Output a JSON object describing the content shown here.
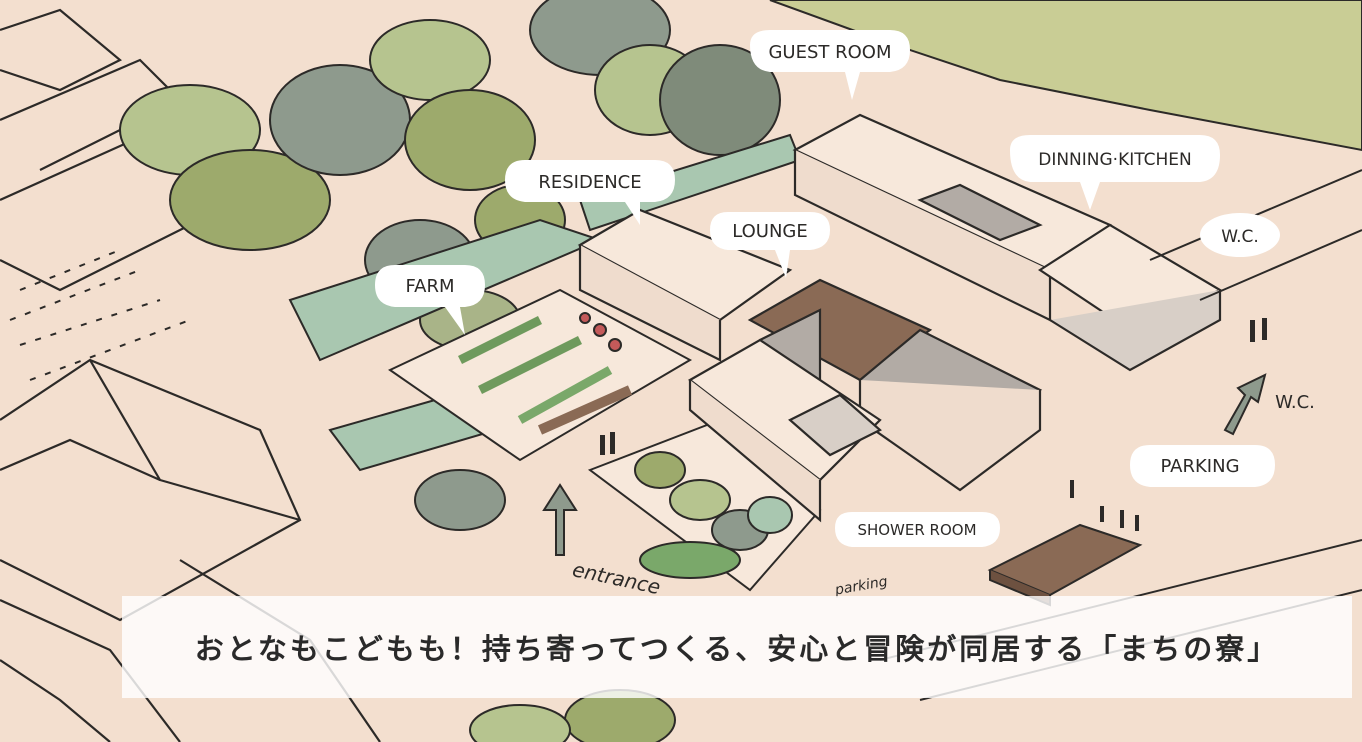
{
  "labels": {
    "guest_room": "GUEST ROOM",
    "dining_kitchen": "DINNING·KITCHEN",
    "residence": "RESIDENCE",
    "lounge": "LOUNGE",
    "wc_top": "W.C.",
    "farm": "FARM",
    "wc_arrow": "W.C.",
    "parking": "PARKING",
    "shower_room": "SHOWER ROOM",
    "entrance": "entrance",
    "parking_small": "parking"
  },
  "caption": "おとなもこどもも！持ち寄ってつくる、安心と冒険が同居する「まちの寮」",
  "colors": {
    "ground": "#f3dfcf",
    "tree_olive": "#9daa6c",
    "tree_sage": "#b6c48f",
    "tree_gray": "#8e9a8d",
    "hedge_mint": "#a9c7b0",
    "floor_gray": "#b2aba5",
    "deck_brown": "#8a6a55",
    "ink": "#2c2a28"
  }
}
